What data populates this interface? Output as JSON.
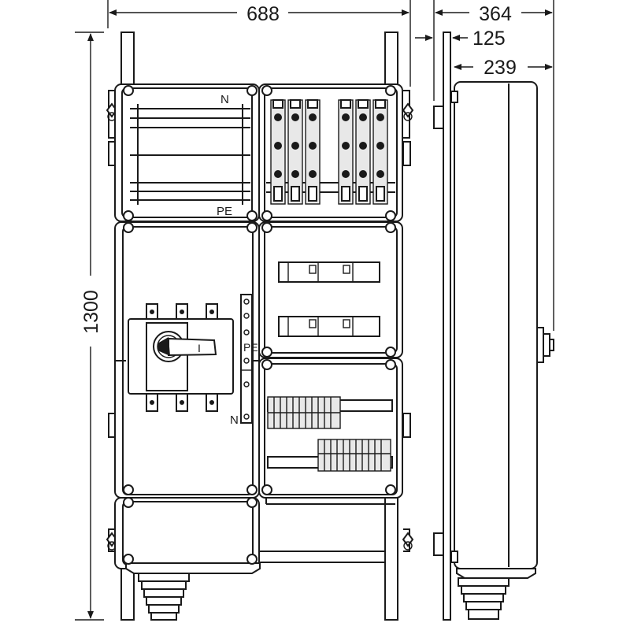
{
  "dimensions": {
    "width_total": "688",
    "depth_total": "364",
    "mount_offset": "125",
    "body_depth": "239",
    "height_total": "1300"
  },
  "labels": {
    "neutral_top": "N",
    "pe_top": "PE",
    "pe_vertical": "PE",
    "neutral_bottom": "N",
    "switch_position": "I"
  },
  "colors": {
    "line": "#1a1a1a",
    "background": "#ffffff",
    "fill_shade": "#e8e8e8"
  }
}
